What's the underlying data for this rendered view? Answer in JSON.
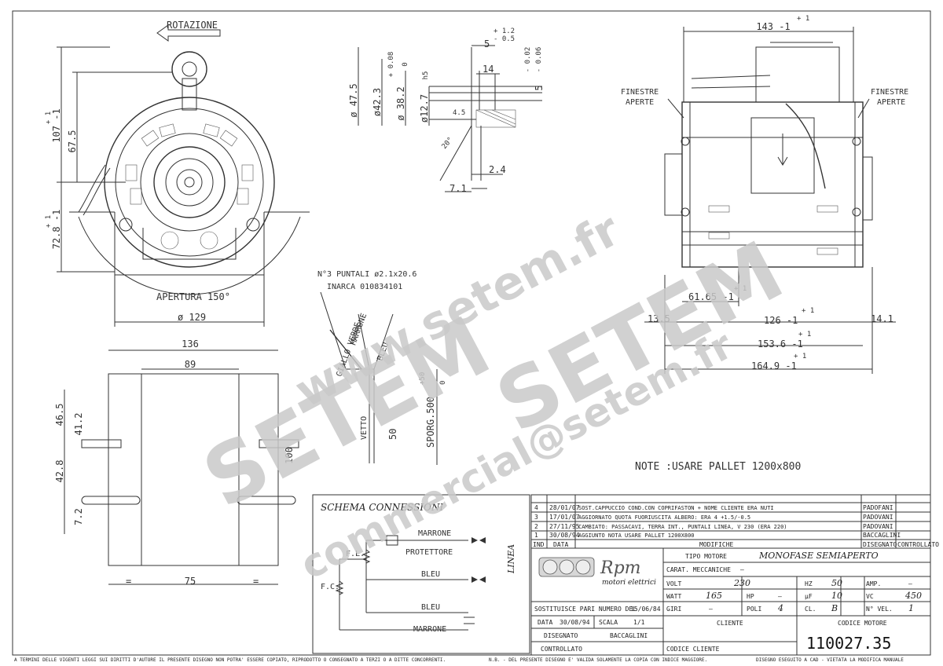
{
  "front_view": {
    "rotation": "ROTAZIONE",
    "dim_height_top": "107 -1",
    "dim_height_top_tol": "+ 1",
    "dim_67_5": "67.5",
    "dim_height_bottom": "72.8 -1",
    "dim_height_bottom_tol": "+ 1",
    "aperture": "APERTURA 150°",
    "diameter": "ø 129"
  },
  "shaft_detail": {
    "d47_5": "ø 47.5",
    "d42_3": "ø42.3",
    "d38_2": "ø 38.2",
    "d38_2_tol_top": "+ 0.08",
    "d38_2_tol_bot": "0",
    "d12_7": "ø12.7",
    "d12_7_tol": "h5",
    "dim_5a": "5",
    "dim_5a_tol_top": "+ 1.2",
    "dim_5a_tol_bot": "- 0.5",
    "dim_5b": "5",
    "dim_5b_tol_top": "- 0.02",
    "dim_5b_tol_bot": "- 0.06",
    "dim_14": "14",
    "dim_4_5": "4.5",
    "angle": "20°",
    "dim_2_4": "2.4",
    "dim_7_1": "7.1"
  },
  "side_view": {
    "window_left": [
      "FINESTRE",
      "APERTE"
    ],
    "window_right": [
      "FINESTRE",
      "APERTE"
    ],
    "dim_143": "143 -1",
    "dim_143_tol": "+ 1",
    "dim_61_65": "61.65 -1",
    "dim_61_65_tol": "+ 1",
    "dim_13_5": "13.5",
    "dim_126": "126 -1",
    "dim_126_tol": "+ 1",
    "dim_14_1": "14.1",
    "dim_153_6": "153.6 -1",
    "dim_153_6_tol": "+ 1",
    "dim_164_9": "164.9 -1",
    "dim_164_9_tol": "+ 1",
    "note": "NOTE :USARE PALLET 1200x800"
  },
  "leads": {
    "pins": "N°3 PUNTALI ø2.1x20.6",
    "connector": "INARCA 010834101",
    "wires": [
      "MARRONE",
      "GIALLO VERDE",
      "BLEU"
    ],
    "cable": "VETTO",
    "dim_50": "50",
    "sporg": "SPORG.500",
    "sporg_tol_top": "+50",
    "sporg_tol_bot": "0"
  },
  "base_view": {
    "dim_136": "136",
    "dim_89": "89",
    "dim_46_5": "46.5",
    "dim_41_2": "41.2",
    "dim_42_8": "42.8",
    "dim_7_2": "7.2",
    "dim_100": "100",
    "dim_75": "75",
    "eq": "="
  },
  "schema": {
    "title": "SCHEMA CONNESSIONI",
    "marrone_top": "MARRONE",
    "protettore": "PROTETTORE",
    "bleu_mid": "BLEU",
    "linea": "LINEA",
    "fl": "F.L.",
    "fc": "F.C.",
    "bleu_low": "BLEU",
    "marrone_low": "MARRONE"
  },
  "revisions": [
    {
      "ind": "4",
      "date": "28/01/07",
      "text": "SOST.CAPPUCCIO COND.CON COPRIFASTON + NOME CLIENTE ERA NUTI",
      "by": "PADOFANI"
    },
    {
      "ind": "3",
      "date": "17/01/07",
      "text": "AGGIORNATO QUOTA FUORIUSCITA ALBERO: ERA 4 +1.5/-0.5",
      "by": "PADOVANI"
    },
    {
      "ind": "2",
      "date": "27/11/95",
      "text": "CAMBIATO: PASSACAVI, TERRA INT., PUNTALI LINEA, V 230 (ERA 220)",
      "by": "PADOVANI"
    },
    {
      "ind": "1",
      "date": "30/08/94",
      "text": "AGGIUNTO NOTA USARE PALLET 1200X800",
      "by": "BACCAGLINI"
    }
  ],
  "revision_header": {
    "ind": "IND",
    "date": "DATA",
    "mods": "MODIFICHE",
    "drawn": "DISEGNATO",
    "checked": "CONTROLLATO"
  },
  "title_block": {
    "brand": "Rpm",
    "brand_sub": "motori elettrici",
    "tipo_label": "TIPO MOTORE",
    "tipo_value": "MONOFASE SEMIAPERTO",
    "carat_label": "CARAT. MECCANICHE",
    "carat_value": "—",
    "volt_label": "VOLT",
    "volt_value": "230",
    "hz_label": "HZ",
    "hz_value": "50",
    "amp_label": "AMP.",
    "amp_value": "—",
    "watt_label": "WATT",
    "watt_value": "165",
    "hp_label": "HP",
    "hp_value": "—",
    "uf_label": "µF",
    "uf_value": "10",
    "vc_label": "VC",
    "vc_value": "450",
    "giri_label": "GIRI",
    "giri_value": "—",
    "poli_label": "POLI",
    "poli_value": "4",
    "cl_label": "CL.",
    "cl_value": "B",
    "nvel_label": "N° VEL.",
    "nvel_value": "1",
    "replaces": "SOSTITUISCE PARI NUMERO DEL",
    "replaces_date": "15/06/84",
    "data_label": "DATA",
    "data_value": "30/08/94",
    "scala_label": "SCALA",
    "scala_value": "1/1",
    "disegnato_label": "DISEGNATO",
    "disegnato_value": "BACCAGLINI",
    "controllato_label": "CONTROLLATO",
    "cliente_label": "CLIENTE",
    "codice_cliente_label": "CODICE CLIENTE",
    "codice_motore_label": "CODICE MOTORE",
    "codice_motore_value": "110027.35"
  },
  "footer": {
    "left": "A TERMINI DELLE VIGENTI LEGGI SUI DIRITTI D'AUTORE IL PRESENTE DISEGNO NON POTRA' ESSERE COPIATO, RIPRODOTTO O CONSEGNATO A TERZI O A DITTE CONCORRENTI.",
    "mid": "N.B. - DEL PRESENTE DISEGNO E' VALIDA SOLAMENTE LA COPIA CON INDICE MAGGIORE.",
    "right": "DISEGNO ESEGUITO A CAD - VIETATA LA MODIFICA MANUALE"
  },
  "watermark": {
    "site": "www.setem.fr",
    "name1": "SETEM",
    "name2": "SETEM",
    "email": "commercial@setem.fr"
  }
}
